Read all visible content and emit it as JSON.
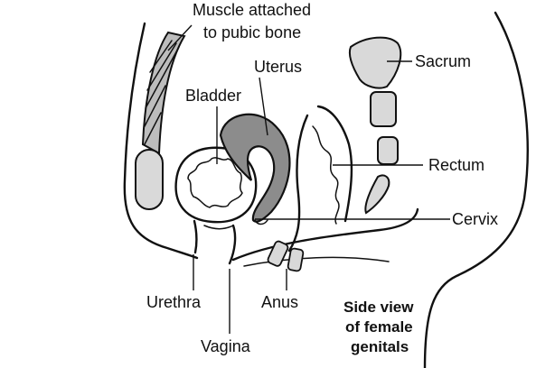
{
  "labels": {
    "muscle_line1": "Muscle attached",
    "muscle_line2": "to pubic bone",
    "sacrum": "Sacrum",
    "uterus": "Uterus",
    "bladder": "Bladder",
    "rectum": "Rectum",
    "cervix": "Cervix",
    "urethra": "Urethra",
    "anus": "Anus",
    "vagina": "Vagina"
  },
  "caption": {
    "line1": "Side view",
    "line2": "of female",
    "line3": "genitals"
  },
  "colors": {
    "ink": "#111111",
    "uterus_fill": "#8c8c8c",
    "bone_fill": "#d9d9d9",
    "muscle_fill": "#bdbdbd",
    "background": "#ffffff"
  }
}
